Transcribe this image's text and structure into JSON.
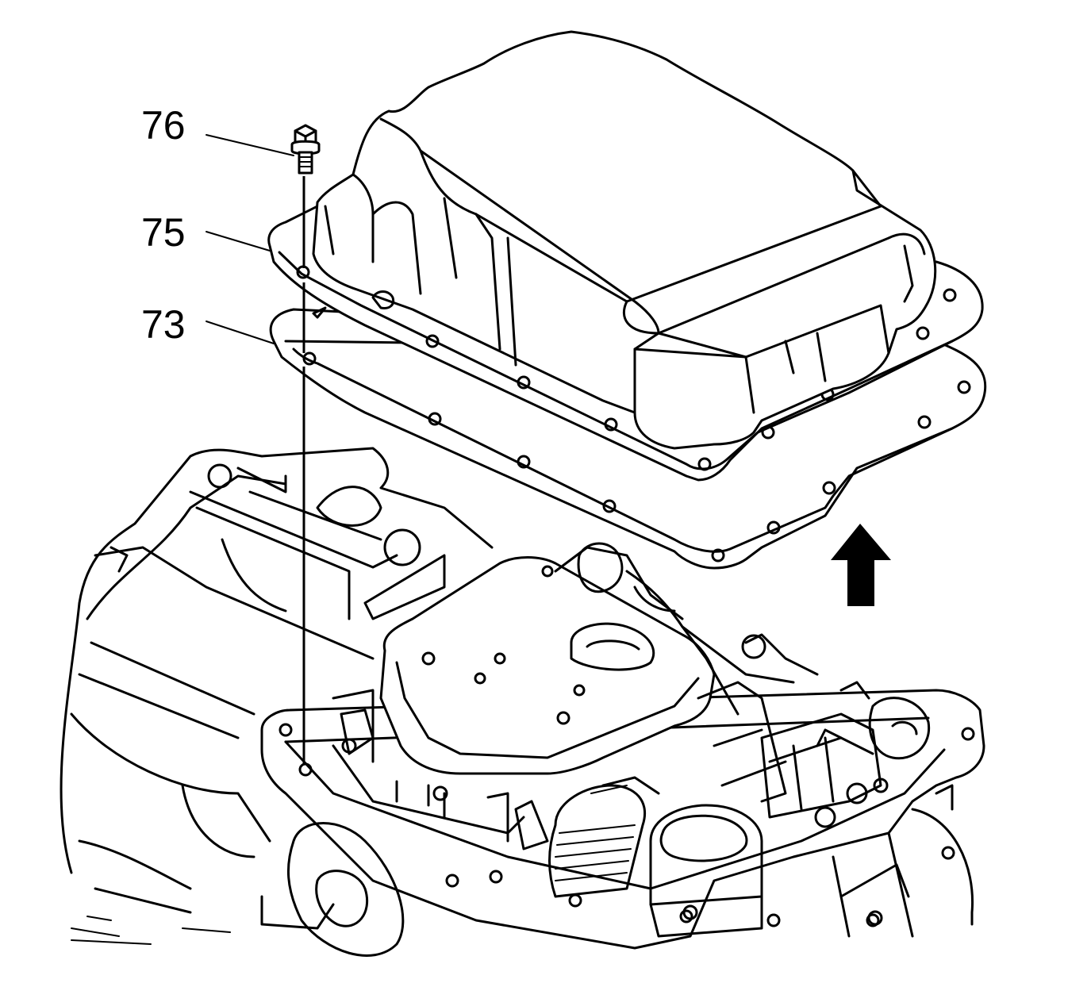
{
  "callouts": {
    "bolt": "76",
    "pan": "75",
    "gasket": "73"
  },
  "colors": {
    "line": "#000000",
    "background": "#ffffff"
  },
  "icons": {
    "arrow": "up-arrow-icon"
  }
}
